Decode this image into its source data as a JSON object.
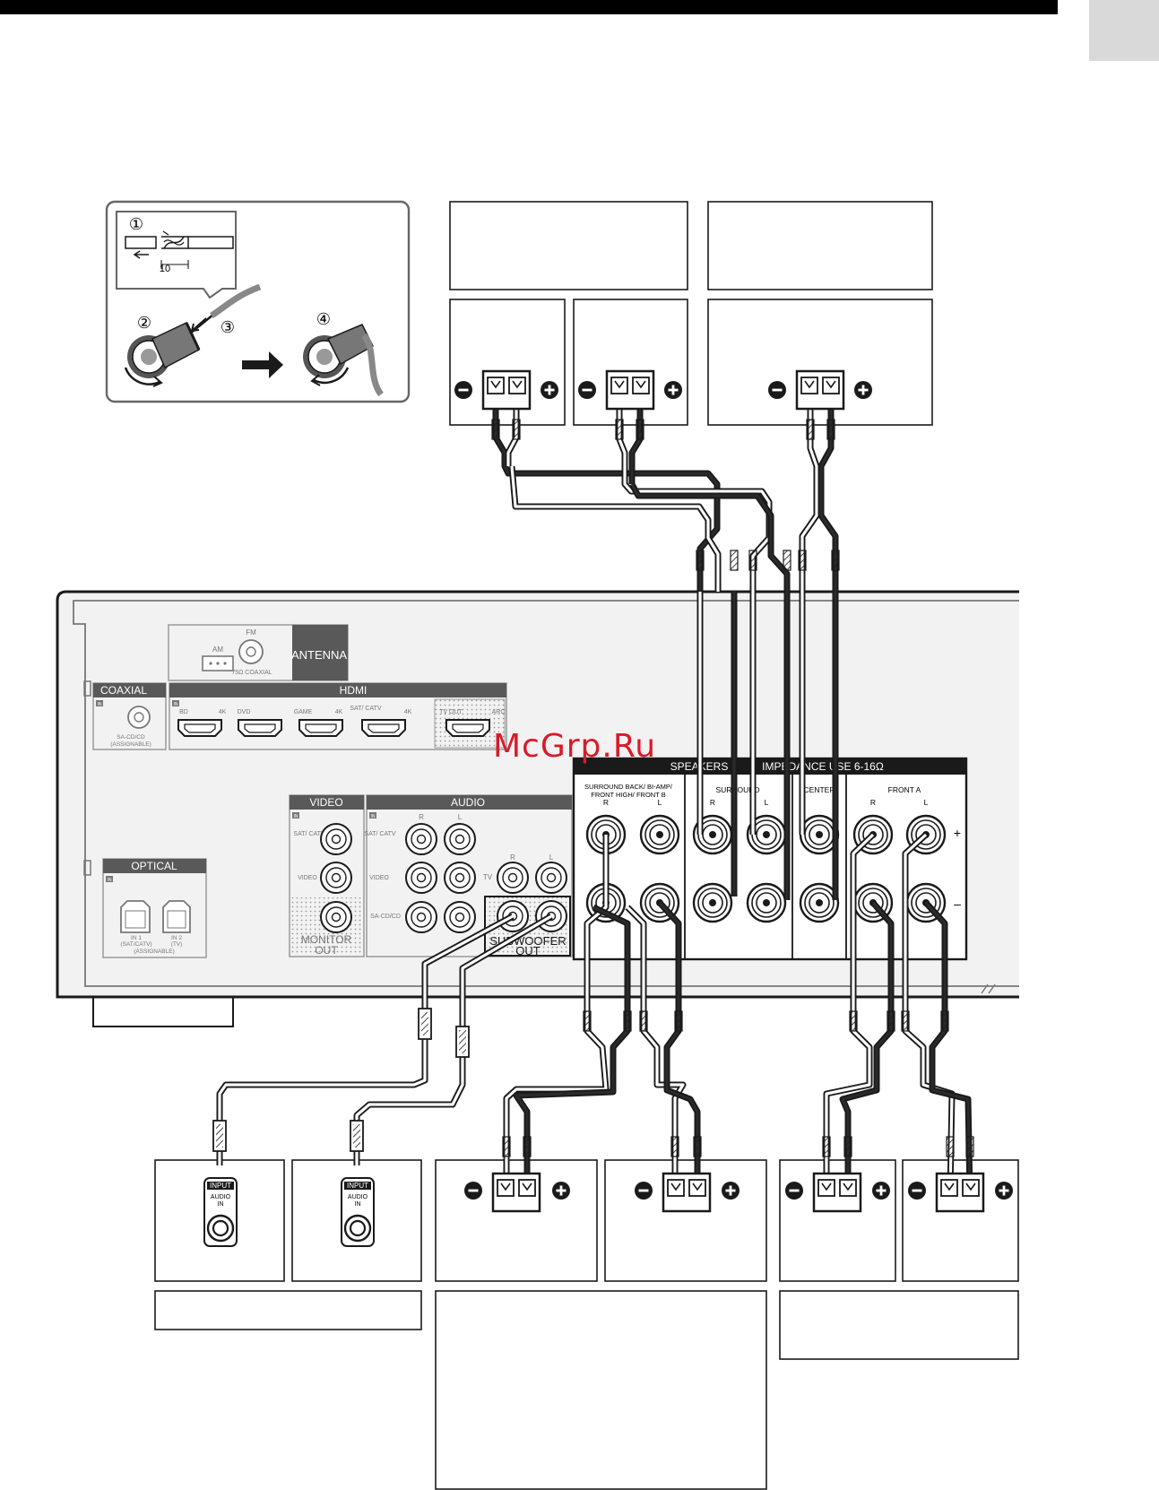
{
  "watermark": "McGrp.Ru",
  "colors": {
    "ink": "#1a1a1a",
    "panel": "#f2f2f2",
    "wire_dark": "#2a2a2a",
    "wire_light": "#ffffff",
    "watermark": "#d81b2a",
    "tab": "#d9d9d9"
  },
  "inset": {
    "step1": "①",
    "step2": "②",
    "step3": "③",
    "step4": "④",
    "strip_length": "10"
  },
  "receiver": {
    "antenna": {
      "title": "ANTENNA",
      "fm": "FM",
      "am": "AM",
      "coax": "75Ω COAXIAL"
    },
    "coaxial": {
      "title": "COAXIAL",
      "in": "IN",
      "sub": "SA-CD/CD",
      "assignable": "(ASSIGNABLE)"
    },
    "hdmi": {
      "title": "HDMI",
      "in": "IN",
      "inputs": [
        "BD",
        "DVD",
        "GAME",
        "SAT/ CATV"
      ],
      "tv_out": "TV OUT",
      "arc": "ARC",
      "badge": "4K"
    },
    "video": {
      "title": "VIDEO",
      "in": "IN",
      "rows": [
        "SAT/ CATV",
        "VIDEO"
      ],
      "monitor": "MONITOR",
      "out": "OUT"
    },
    "audio": {
      "title": "AUDIO",
      "in": "IN",
      "r": "R",
      "l": "L",
      "rows": [
        "SAT/ CATV",
        "VIDEO",
        "SA-CD/CD"
      ],
      "tv": "TV"
    },
    "subwoofer": {
      "line1": "SUBWOOFER",
      "line2": "OUT"
    },
    "optical": {
      "title": "OPTICAL",
      "in": "IN",
      "in1": "IN 1",
      "in1_sub": "(SAT/CATV)",
      "in2": "IN 2",
      "in2_sub": "(TV)",
      "assignable": "(ASSIGNABLE)"
    },
    "speakers": {
      "title": "SPEAKERS",
      "impedance": "IMPEDANCE USE 6-16Ω",
      "group_sb_line1": "SURROUND BACK/ BI-AMP/",
      "group_sb_line2": "FRONT HIGH/ FRONT B",
      "surround": "SURROUND",
      "center": "CENTER",
      "front_a": "FRONT A",
      "r": "R",
      "l": "L",
      "plus": "+",
      "minus": "–"
    }
  },
  "sub_jack": {
    "input": "INPUT",
    "audio": "AUDIO",
    "in": "IN"
  },
  "terminal": {
    "minus": "−",
    "plus": "+"
  }
}
